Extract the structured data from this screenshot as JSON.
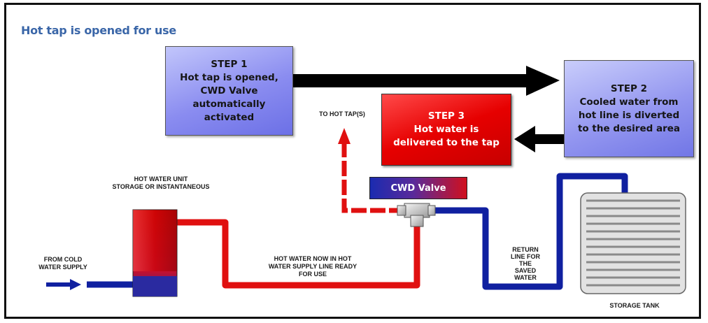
{
  "title": "Hot tap is opened for use",
  "steps": {
    "step1": {
      "heading": "STEP 1",
      "lines": [
        "Hot tap is opened,",
        "CWD Valve",
        "automatically",
        "activated"
      ]
    },
    "step2": {
      "heading": "STEP 2",
      "lines": [
        "Cooled water from",
        "hot line is diverted",
        "to the desired area"
      ]
    },
    "step3": {
      "heading": "STEP 3",
      "lines": [
        "Hot water is",
        "delivered to the tap"
      ]
    }
  },
  "labels": {
    "to_hot_tap": "TO HOT TAP(S)",
    "hot_water_unit": [
      "HOT WATER UNIT",
      "STORAGE OR INSTANTANEOUS"
    ],
    "from_cold": [
      "FROM COLD",
      "WATER SUPPLY"
    ],
    "hot_line": [
      "HOT WATER NOW IN HOT",
      "WATER SUPPLY LINE READY",
      "FOR USE"
    ],
    "return_line": [
      "RETURN",
      "LINE FOR",
      "THE",
      "SAVED",
      "WATER"
    ],
    "storage_tank": "STORAGE TANK",
    "cwd_valve": "CWD Valve"
  },
  "colors": {
    "hot_pipe": "#e01010",
    "cold_pipe": "#1020a0",
    "arrow": "#000000",
    "title": "#3a66a8"
  }
}
